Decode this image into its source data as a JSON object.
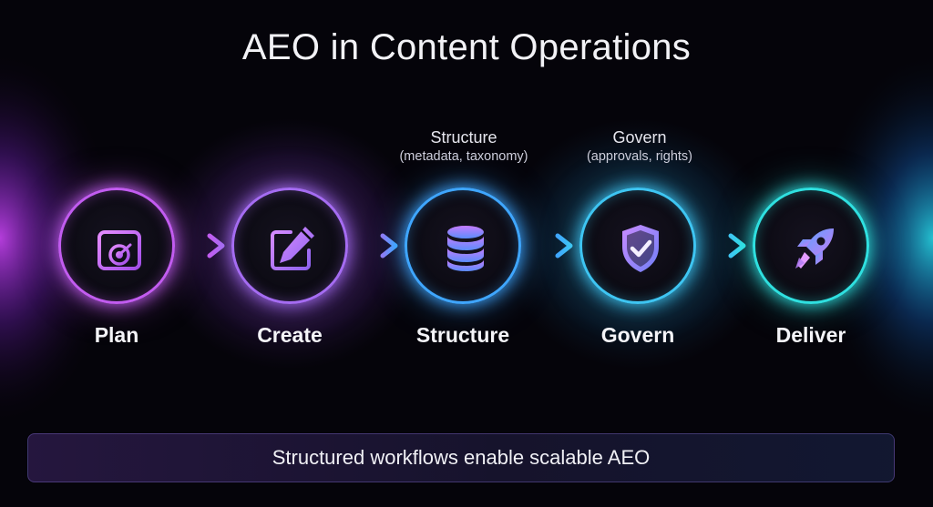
{
  "title": "AEO in Content Operations",
  "steps": [
    {
      "label": "Plan",
      "icon": "calendar-target-icon",
      "color": "#c25cf0"
    },
    {
      "label": "Create",
      "icon": "pencil-edit-icon",
      "color": "#a56cf2"
    },
    {
      "label": "Structure",
      "icon": "database-icon",
      "color": "#3fa6ff"
    },
    {
      "label": "Govern",
      "icon": "shield-check-icon",
      "color": "#3ec5f2"
    },
    {
      "label": "Deliver",
      "icon": "rocket-icon",
      "color": "#2fe0e0"
    }
  ],
  "annotations": [
    {
      "heading": "Structure",
      "detail": "(metadata, taxonomy)"
    },
    {
      "heading": "Govern",
      "detail": "(approvals, rights)"
    }
  ],
  "footer": "Structured workflows enable scalable AEO"
}
